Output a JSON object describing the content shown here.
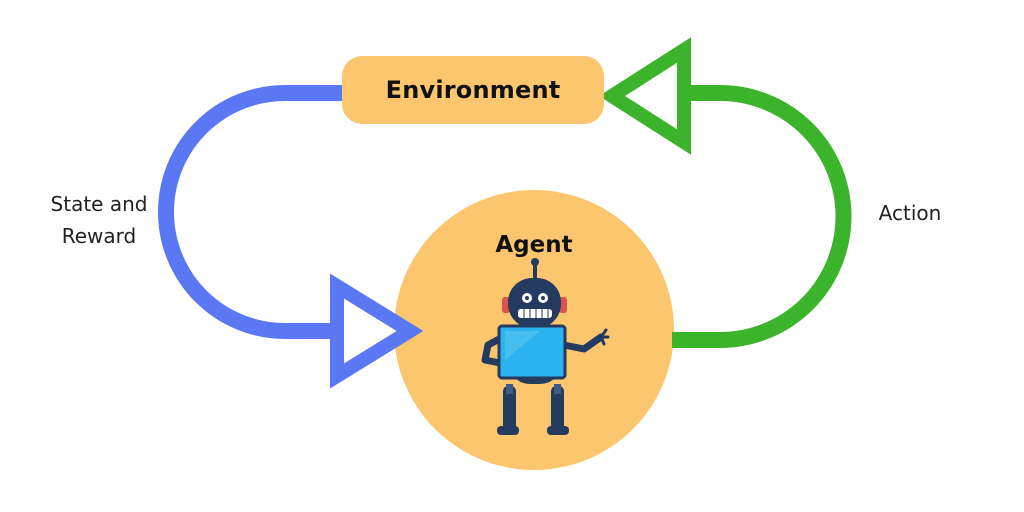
{
  "environment": {
    "label": "Environment"
  },
  "agent": {
    "label": "Agent"
  },
  "state_reward": {
    "line1": "State and",
    "line2": "Reward"
  },
  "action": {
    "label": "Action"
  },
  "colors": {
    "box_fill": "#fcc66f",
    "state_arrow": "#5b78f4",
    "action_arrow": "#3bb32a",
    "robot_body": "#243a5e",
    "robot_screen": "#2ab3ee"
  },
  "icons": {
    "robot": "robot-icon",
    "state_arrowhead": "arrowhead-right-icon",
    "action_arrowhead": "arrowhead-left-icon"
  }
}
